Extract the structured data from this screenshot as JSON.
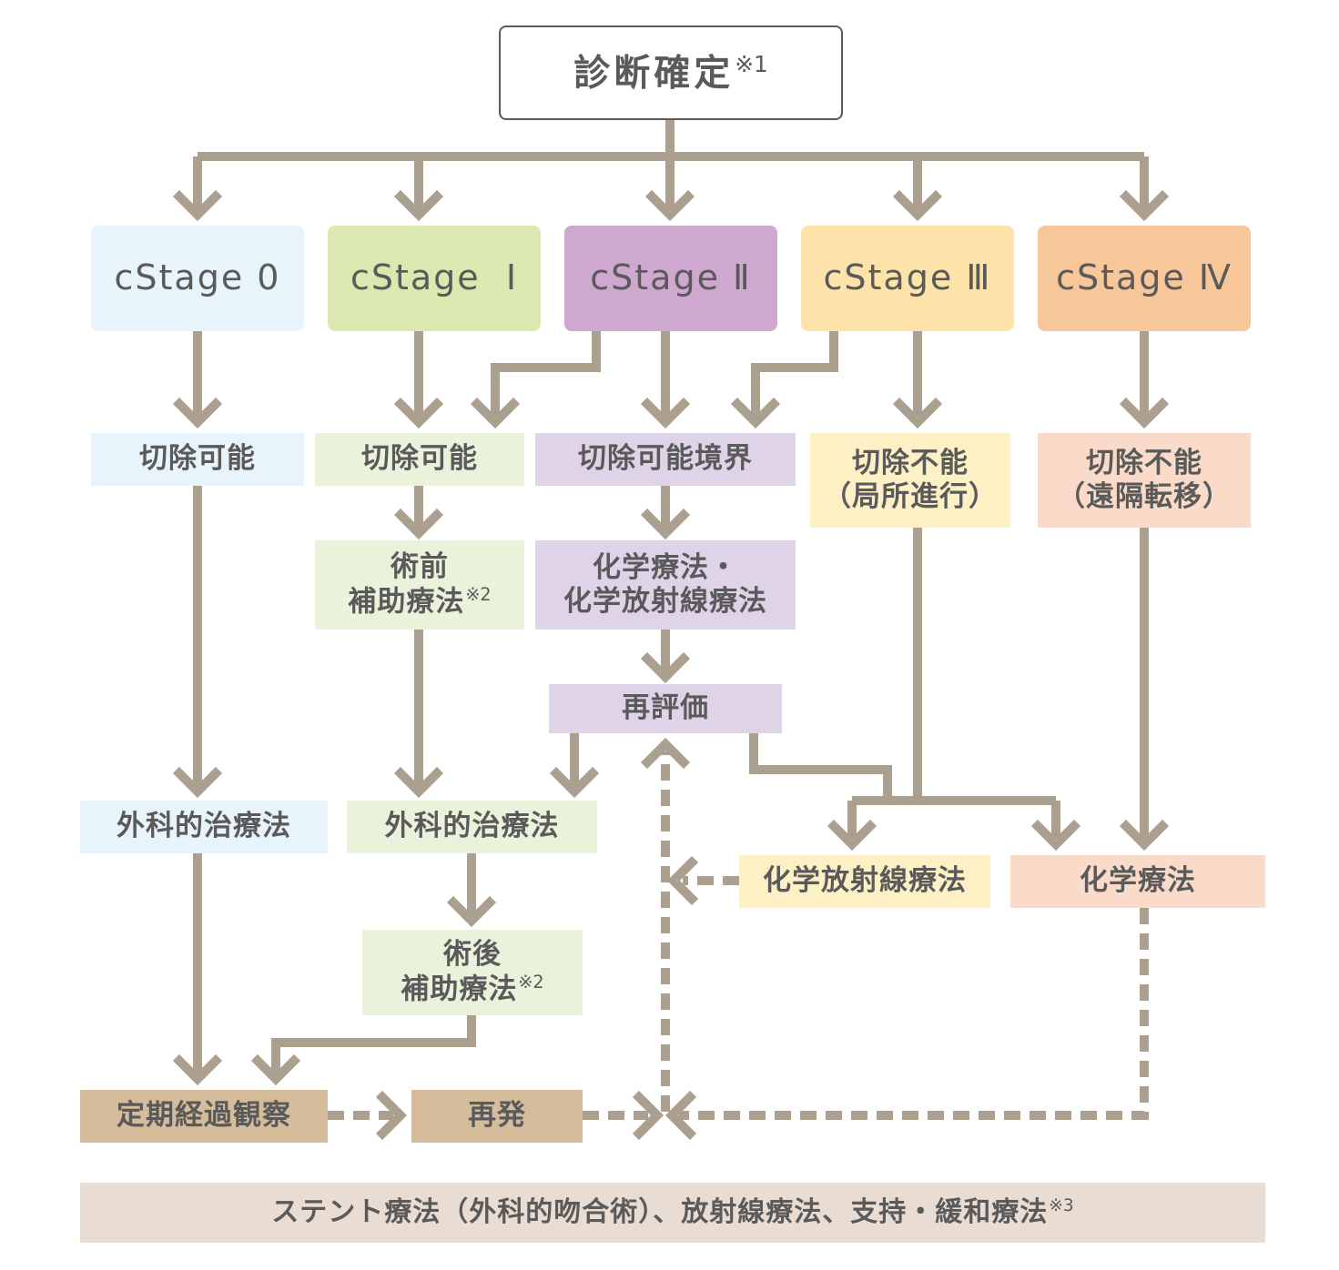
{
  "colors": {
    "arrow": "#aba090",
    "stage0": "#e8f4fb",
    "stage1": "#dbe9b1",
    "stage2": "#cfa8cf",
    "stage3": "#fde3a9",
    "stage4": "#f7c699",
    "light0": "#e8f4fb",
    "light1": "#eaf2db",
    "light2": "#dfd3e8",
    "light3": "#fdf0c5",
    "light4": "#fadbc9",
    "brown": "#d5bc9a",
    "footer": "#e9ddd3",
    "text": "#5a5a5a"
  },
  "diagnosis": {
    "label": "診断確定",
    "note": "※1"
  },
  "stages": [
    {
      "label": "cStage",
      "numeral": "0"
    },
    {
      "label": "cStage",
      "numeral": "Ⅰ"
    },
    {
      "label": "cStage",
      "numeral": "Ⅱ"
    },
    {
      "label": "cStage",
      "numeral": "Ⅲ"
    },
    {
      "label": "cStage",
      "numeral": "Ⅳ"
    }
  ],
  "resectable_0": "切除可能",
  "resectable_1": "切除可能",
  "borderline": "切除可能境界",
  "unresectable_local": {
    "line1": "切除不能",
    "line2": "（局所進行）"
  },
  "unresectable_distant": {
    "line1": "切除不能",
    "line2": "（遠隔転移）"
  },
  "neoadjuvant": {
    "line1": "術前",
    "line2": "補助療法",
    "note": "※2"
  },
  "chemo_crt": {
    "line1": "化学療法・",
    "line2": "化学放射線療法"
  },
  "reevaluation": "再評価",
  "surgery_0": "外科的治療法",
  "surgery_1": "外科的治療法",
  "adjuvant": {
    "line1": "術後",
    "line2": "補助療法",
    "note": "※2"
  },
  "crt": "化学放射線療法",
  "chemo": "化学療法",
  "followup": "定期経過観察",
  "recurrence": "再発",
  "footer": {
    "text": "ステント療法（外科的吻合術）、放射線療法、支持・緩和療法",
    "note": "※3"
  }
}
